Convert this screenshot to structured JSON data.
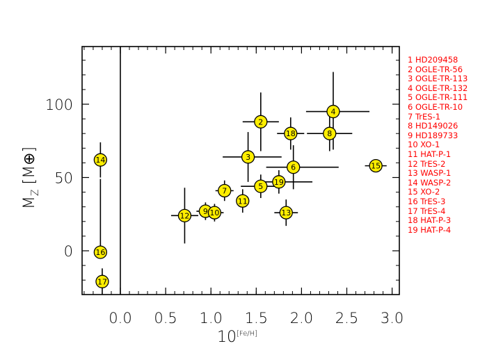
{
  "chart_data": {
    "type": "scatter",
    "xlabel": "10",
    "xlabel_superscript": "[Fe/H]",
    "ylabel_main": "M",
    "ylabel_sub": "Z",
    "ylabel_unit": "[M⊕]",
    "xlim": [
      -0.42,
      3.0
    ],
    "ylim": [
      -30,
      140
    ],
    "xticks": [
      "0.0",
      "0.5",
      "1.0",
      "1.5",
      "2.0",
      "2.5",
      "3.0"
    ],
    "yticks": [
      "0",
      "50",
      "100"
    ],
    "vertical_reference_line_x": 0.0,
    "grid": false,
    "marker_color": "#ffee00",
    "text_color_legend": "#ff0000",
    "points": [
      {
        "id": 1,
        "label": "HD209458",
        "x": null,
        "y": null
      },
      {
        "id": 2,
        "label": "OGLE-TR-56",
        "x": 1.55,
        "y": 88,
        "xerr": [
          0.2,
          0.2
        ],
        "yerr": [
          20,
          20
        ]
      },
      {
        "id": 3,
        "label": "OGLE-TR-113",
        "x": 1.41,
        "y": 64,
        "xerr": [
          0.28,
          0.37
        ],
        "yerr": [
          17,
          17
        ]
      },
      {
        "id": 4,
        "label": "OGLE-TR-132",
        "x": 2.35,
        "y": 95,
        "xerr": [
          0.3,
          0.4
        ],
        "yerr": [
          26,
          27
        ]
      },
      {
        "id": 5,
        "label": "OGLE-TR-111",
        "x": 1.55,
        "y": 44,
        "xerr": [
          0.22,
          0.22
        ],
        "yerr": [
          8,
          8
        ]
      },
      {
        "id": 6,
        "label": "OGLE-TR-10",
        "x": 1.91,
        "y": 57,
        "xerr": [
          0.3,
          0.5
        ],
        "yerr": [
          15,
          15
        ]
      },
      {
        "id": 7,
        "label": "TrES-1",
        "x": 1.15,
        "y": 41,
        "xerr": [
          0.1,
          0.1
        ],
        "yerr": [
          7,
          7
        ]
      },
      {
        "id": 8,
        "label": "HD149026",
        "x": 2.31,
        "y": 80,
        "xerr": [
          0.25,
          0.25
        ],
        "yerr": [
          12,
          12
        ]
      },
      {
        "id": 9,
        "label": "HD189733",
        "x": 0.94,
        "y": 27,
        "xerr": [
          0.1,
          0.1
        ],
        "yerr": [
          6,
          6
        ]
      },
      {
        "id": 10,
        "label": "XO-1",
        "x": 1.04,
        "y": 26,
        "xerr": [
          0.1,
          0.1
        ],
        "yerr": [
          6,
          6
        ]
      },
      {
        "id": 11,
        "label": "HAT-P-1",
        "x": 1.35,
        "y": 34,
        "xerr": [
          0.05,
          0.05
        ],
        "yerr": [
          8,
          8
        ]
      },
      {
        "id": 12,
        "label": "TrES-2",
        "x": 0.71,
        "y": 24,
        "xerr": [
          0.15,
          0.15
        ],
        "yerr": [
          19,
          19
        ]
      },
      {
        "id": 13,
        "label": "WASP-1",
        "x": 1.83,
        "y": 26,
        "xerr": [
          0.13,
          0.13
        ],
        "yerr": [
          9,
          9
        ]
      },
      {
        "id": 14,
        "label": "WASP-2",
        "x": -0.22,
        "y": 62,
        "xerr": [
          0.02,
          0.02
        ],
        "yerr": [
          12,
          12
        ]
      },
      {
        "id": 15,
        "label": "XO-2",
        "x": 2.82,
        "y": 58,
        "xerr": [
          0.12,
          0.12
        ],
        "yerr": [
          0,
          0
        ]
      },
      {
        "id": 16,
        "label": "TrES-3",
        "x": -0.22,
        "y": -1,
        "xerr": [
          0.02,
          0.02
        ],
        "yerr": [
          0,
          50
        ]
      },
      {
        "id": 17,
        "label": "TrES-4",
        "x": -0.2,
        "y": -21,
        "xerr": [
          0.02,
          0.02
        ],
        "yerr": [
          9,
          9
        ]
      },
      {
        "id": 18,
        "label": "HAT-P-3",
        "x": 1.88,
        "y": 80,
        "xerr": [
          0.15,
          0.15
        ],
        "yerr": [
          11,
          11
        ]
      },
      {
        "id": 19,
        "label": "HAT-P-4",
        "x": 1.75,
        "y": 47,
        "xerr": [
          0.2,
          0.37
        ],
        "yerr": [
          8,
          8
        ]
      }
    ],
    "legend": [
      "1 HD209458",
      "2 OGLE-TR-56",
      "3 OGLE-TR-113",
      "4 OGLE-TR-132",
      "5 OGLE-TR-111",
      "6 OGLE-TR-10",
      "7 TrES-1",
      "8 HD149026",
      "9 HD189733",
      "10 XO-1",
      "11 HAT-P-1",
      "12 TrES-2",
      "13 WASP-1",
      "14 WASP-2",
      "15 XO-2",
      "16 TrES-3",
      "17 TrES-4",
      "18 HAT-P-3",
      "19 HAT-P-4"
    ]
  }
}
